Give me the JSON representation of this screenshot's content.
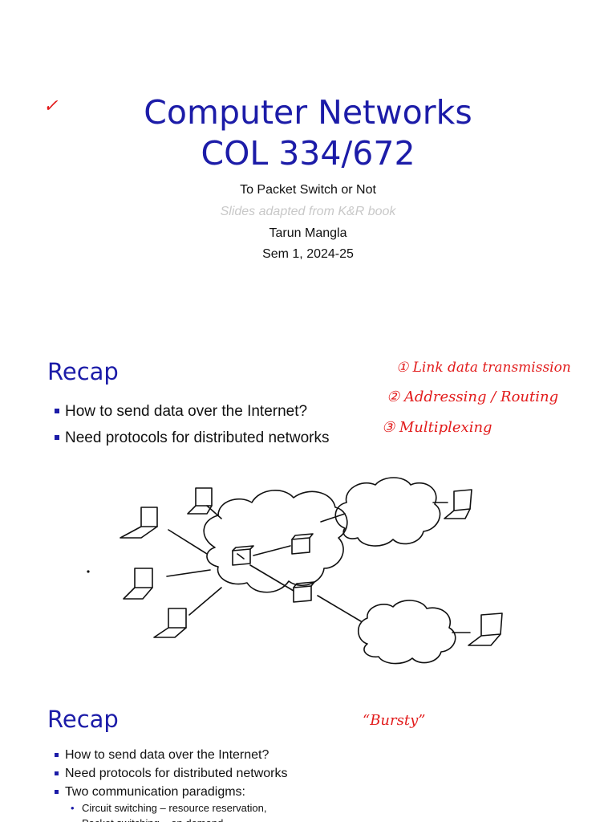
{
  "slide1": {
    "title_line1": "Computer Networks",
    "title_line2": "COL 334/672",
    "subtitle": "To Packet Switch or Not",
    "credit": "Slides adapted from K&R book",
    "author": "Tarun Mangla",
    "term": "Sem 1, 2024-25",
    "annotation_mark": "✓"
  },
  "slide2": {
    "heading": "Recap",
    "bullets": [
      "How to send data over the Internet?",
      "Need protocols for distributed networks"
    ],
    "handwritten_notes": [
      "① Link data transmission",
      "② Addressing / Routing",
      "③ Multiplexing"
    ]
  },
  "slide3": {
    "heading": "Recap",
    "bullets": [
      "How to send data over the Internet?",
      "Need protocols for distributed networks",
      "Two communication paradigms:"
    ],
    "sub_bullets": [
      "Circuit switching – resource reservation,",
      "Packet switching – on demand"
    ],
    "handwritten_note": "“Bursty”"
  },
  "colors": {
    "title_blue": "#1c1ca8",
    "annotation_red": "#e21b1b",
    "credit_grey": "#c8c8c8"
  }
}
